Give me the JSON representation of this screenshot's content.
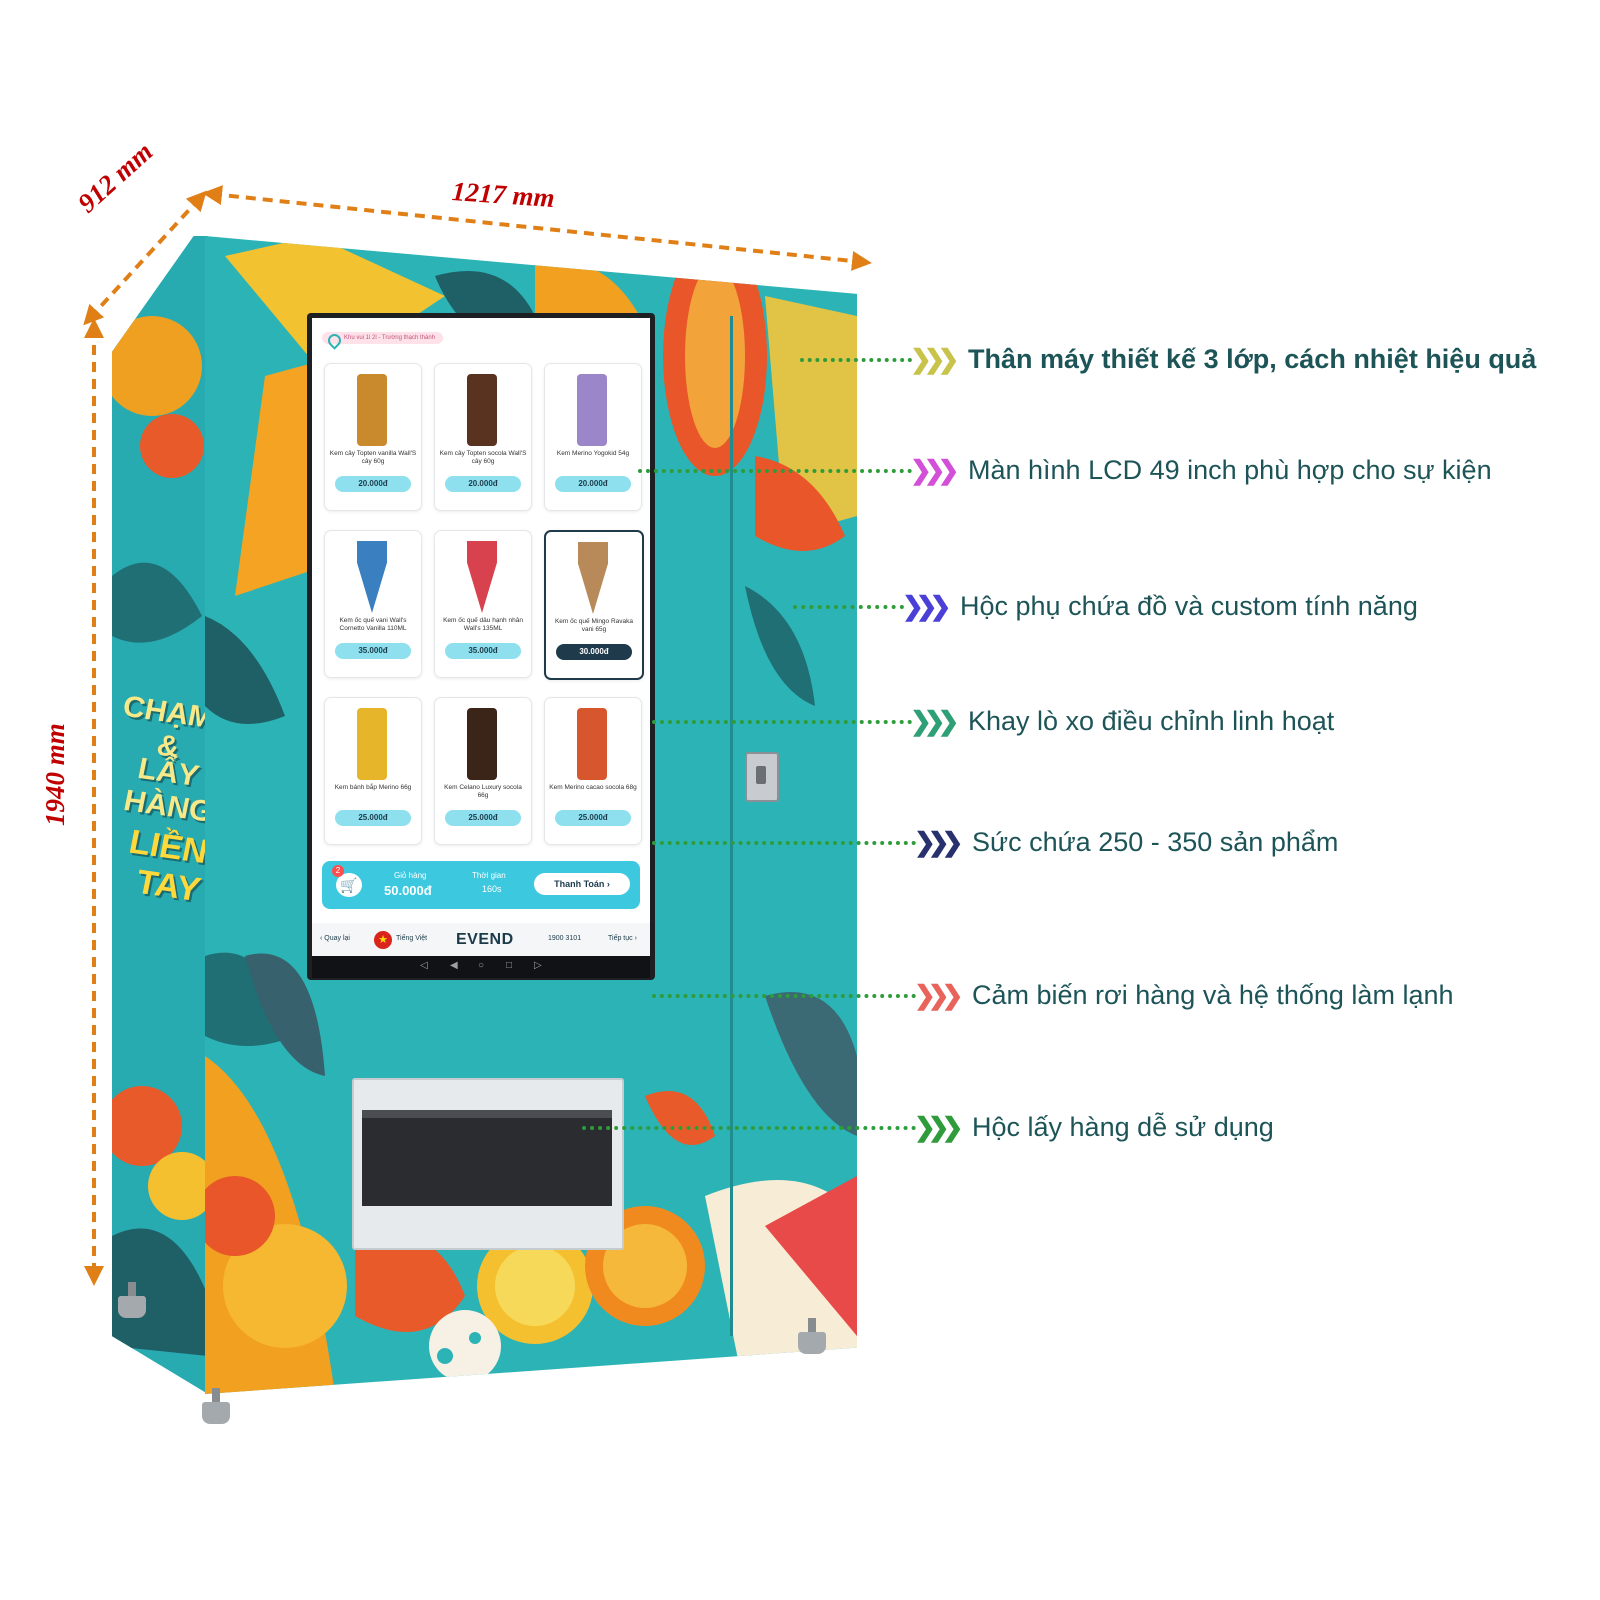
{
  "dimensions": {
    "width": "1217 mm",
    "depth": "912 mm",
    "height": "1940 mm"
  },
  "machine": {
    "slogan": {
      "line1": "CHẠM &",
      "line2": "LẤY HÀNG",
      "line3": "LIỀN TAY"
    }
  },
  "screen": {
    "location": "Khu vui 1l 2l - Trường thạch thành",
    "products": [
      {
        "name": "Kem cây Topten vanilla Wall'S cây 60g",
        "price": "20.000đ",
        "color": "#c98a2e",
        "shape": "bar",
        "selected": false
      },
      {
        "name": "Kem cây Topten socola Wall'S cây 60g",
        "price": "20.000đ",
        "color": "#5a3320",
        "shape": "bar",
        "selected": false
      },
      {
        "name": "Kem Merino Yogokid 54g",
        "price": "20.000đ",
        "color": "#9a86c8",
        "shape": "bar",
        "selected": false
      },
      {
        "name": "Kem ốc quế vani Wall's Cornetto Vanilla 110ML",
        "price": "35.000đ",
        "color": "#3a7fc0",
        "shape": "cone",
        "selected": false
      },
      {
        "name": "Kem ốc quế dâu hạnh nhân Wall's 135ML",
        "price": "35.000đ",
        "color": "#d8424e",
        "shape": "cone",
        "selected": false
      },
      {
        "name": "Kem ốc quế Mingo Ravaka vani 65g",
        "price": "30.000đ",
        "color": "#b88a5a",
        "shape": "cone",
        "selected": true
      },
      {
        "name": "Kem bánh bắp Merino 66g",
        "price": "25.000đ",
        "color": "#e6b52a",
        "shape": "bar",
        "selected": false
      },
      {
        "name": "Kem Celano Luxury socola 66g",
        "price": "25.000đ",
        "color": "#3b2418",
        "shape": "bar",
        "selected": false
      },
      {
        "name": "Kem Merino cacao socola 68g",
        "price": "25.000đ",
        "color": "#d8562e",
        "shape": "bar",
        "selected": false
      }
    ],
    "cart": {
      "badge": "2",
      "label": "Giỏ hàng",
      "amount": "50.000đ",
      "time_label": "Thời gian",
      "time_value": "160s",
      "pay_button": "Thanh Toán"
    },
    "nav": {
      "back": "Quay lại",
      "language": "Tiếng Việt",
      "brand": "EVEND",
      "hotline": "1900 3101",
      "next": "Tiếp tục"
    }
  },
  "callouts": [
    {
      "text": "Thân máy thiết kế 3 lớp, cách nhiệt hiệu quả",
      "color": "#c8c34a",
      "bold": true
    },
    {
      "text": "Màn hình LCD 49 inch phù hợp cho sự kiện",
      "color": "#d44fd8",
      "bold": false
    },
    {
      "text": "Hộc phụ chứa đồ và custom tính năng",
      "color": "#4a3fd6",
      "bold": false
    },
    {
      "text": "Khay lò xo điều chỉnh linh hoạt",
      "color": "#2f9f77",
      "bold": false
    },
    {
      "text": "Sức chứa 250 - 350 sản phẩm",
      "color": "#28306e",
      "bold": false
    },
    {
      "text": "Cảm biến rơi hàng và hệ thống làm lạnh",
      "color": "#e8635a",
      "bold": false
    },
    {
      "text": "Hộc lấy hàng dễ sử dụng",
      "color": "#2e9c3a",
      "bold": false
    }
  ],
  "colors": {
    "machine_teal": "#2cb3b6",
    "dimension_arrow": "#e07f16",
    "dimension_text": "#c00000",
    "callout_text": "#1d5457"
  }
}
